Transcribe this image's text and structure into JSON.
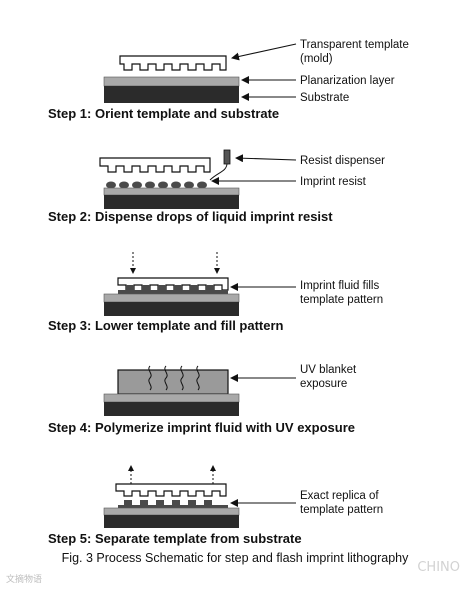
{
  "steps": [
    {
      "title": "Step 1: Orient template and substrate",
      "labels": [
        "Transparent template",
        "(mold)",
        "Planarization layer",
        "Substrate"
      ]
    },
    {
      "title": "Step 2: Dispense drops of liquid imprint resist",
      "labels": [
        "Resist dispenser",
        "Imprint resist"
      ]
    },
    {
      "title": "Step 3: Lower template and fill pattern",
      "labels": [
        "Imprint fluid fills",
        "template pattern"
      ]
    },
    {
      "title": "Step 4: Polymerize imprint fluid with UV exposure",
      "labels": [
        "UV blanket",
        "exposure"
      ]
    },
    {
      "title": "Step 5: Separate template from substrate",
      "labels": [
        "Exact replica of",
        "template pattern"
      ]
    }
  ],
  "caption": "Fig. 3 Process Schematic for step and flash imprint lithography",
  "watermark_left": "文摘物语",
  "watermark_right": "CHINO",
  "colors": {
    "substrate": "#2b2b2b",
    "planarization": "#a9a9a9",
    "resist": "#4a4a4a",
    "template_fill": "#ffffff",
    "stroke": "#111111"
  }
}
